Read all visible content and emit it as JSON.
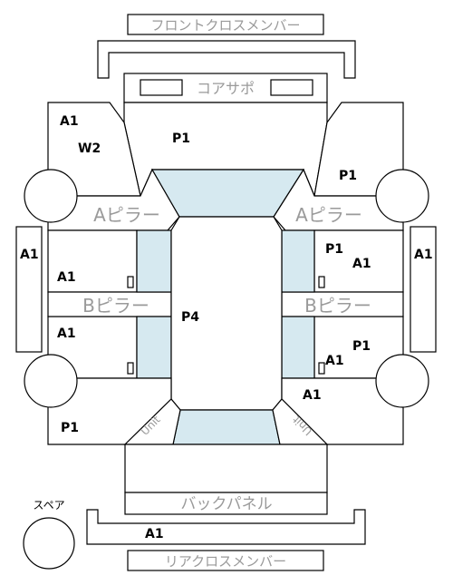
{
  "names": {
    "front_cross_member": "フロントクロスメンバー",
    "core_support": "コアサポ",
    "a_pillar": "Aピラー",
    "b_pillar": "Bピラー",
    "back_panel": "バックパネル",
    "rear_cross_member": "リアクロスメンバー",
    "spare": "スペア",
    "unit": "Unit"
  },
  "grades": {
    "front_left_fender": "A1",
    "front_left_w": "W2",
    "hood": "P1",
    "front_right_fender": "P1",
    "left_step": "A1",
    "right_step": "A1",
    "left_front_door": "A1",
    "right_front_door_1": "P1",
    "right_front_door_2": "A1",
    "roof": "P4",
    "left_rear_door": "A1",
    "right_rear_door_1": "P1",
    "right_rear_door_2": "A1",
    "right_rear_fender": "A1",
    "left_rear_fender": "P1",
    "rear_cross": "A1"
  },
  "colors": {
    "glass": "#d6e9f0",
    "label_gray": "#9a9a9a",
    "line": "#000000"
  }
}
